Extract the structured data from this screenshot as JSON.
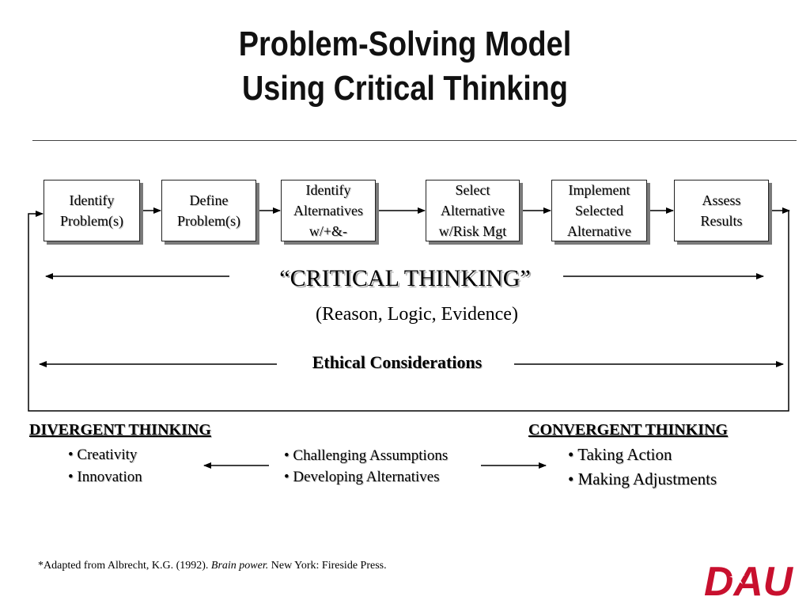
{
  "title": {
    "line1": "Problem-Solving Model",
    "line2": "Using Critical Thinking"
  },
  "steps": [
    {
      "label": "Identify\nProblem(s)"
    },
    {
      "label": "Define\nProblem(s)"
    },
    {
      "label": "Identify\nAlternatives\nw/+&-"
    },
    {
      "label": "Select\nAlternative\nw/Risk Mgt"
    },
    {
      "label": "Implement\nSelected\nAlternative"
    },
    {
      "label": "Assess\nResults"
    }
  ],
  "critical_thinking": {
    "heading": "“CRITICAL THINKING”",
    "subtitle": "(Reason, Logic, Evidence)"
  },
  "ethical": "Ethical Considerations",
  "divergent": {
    "heading": "DIVERGENT THINKING",
    "items": [
      "• Creativity",
      "• Innovation"
    ]
  },
  "middle": {
    "items": [
      "• Challenging Assumptions",
      "• Developing Alternatives"
    ]
  },
  "convergent": {
    "heading": "CONVERGENT THINKING",
    "items": [
      "• Taking Action",
      "• Making Adjustments"
    ]
  },
  "footnote": {
    "prefix": "*Adapted from Albrecht, K.G. (1992). ",
    "book": "Brain power.",
    "suffix": " New York: Fireside Press."
  },
  "logo": {
    "text": "DAU",
    "color": "#c8102e"
  }
}
